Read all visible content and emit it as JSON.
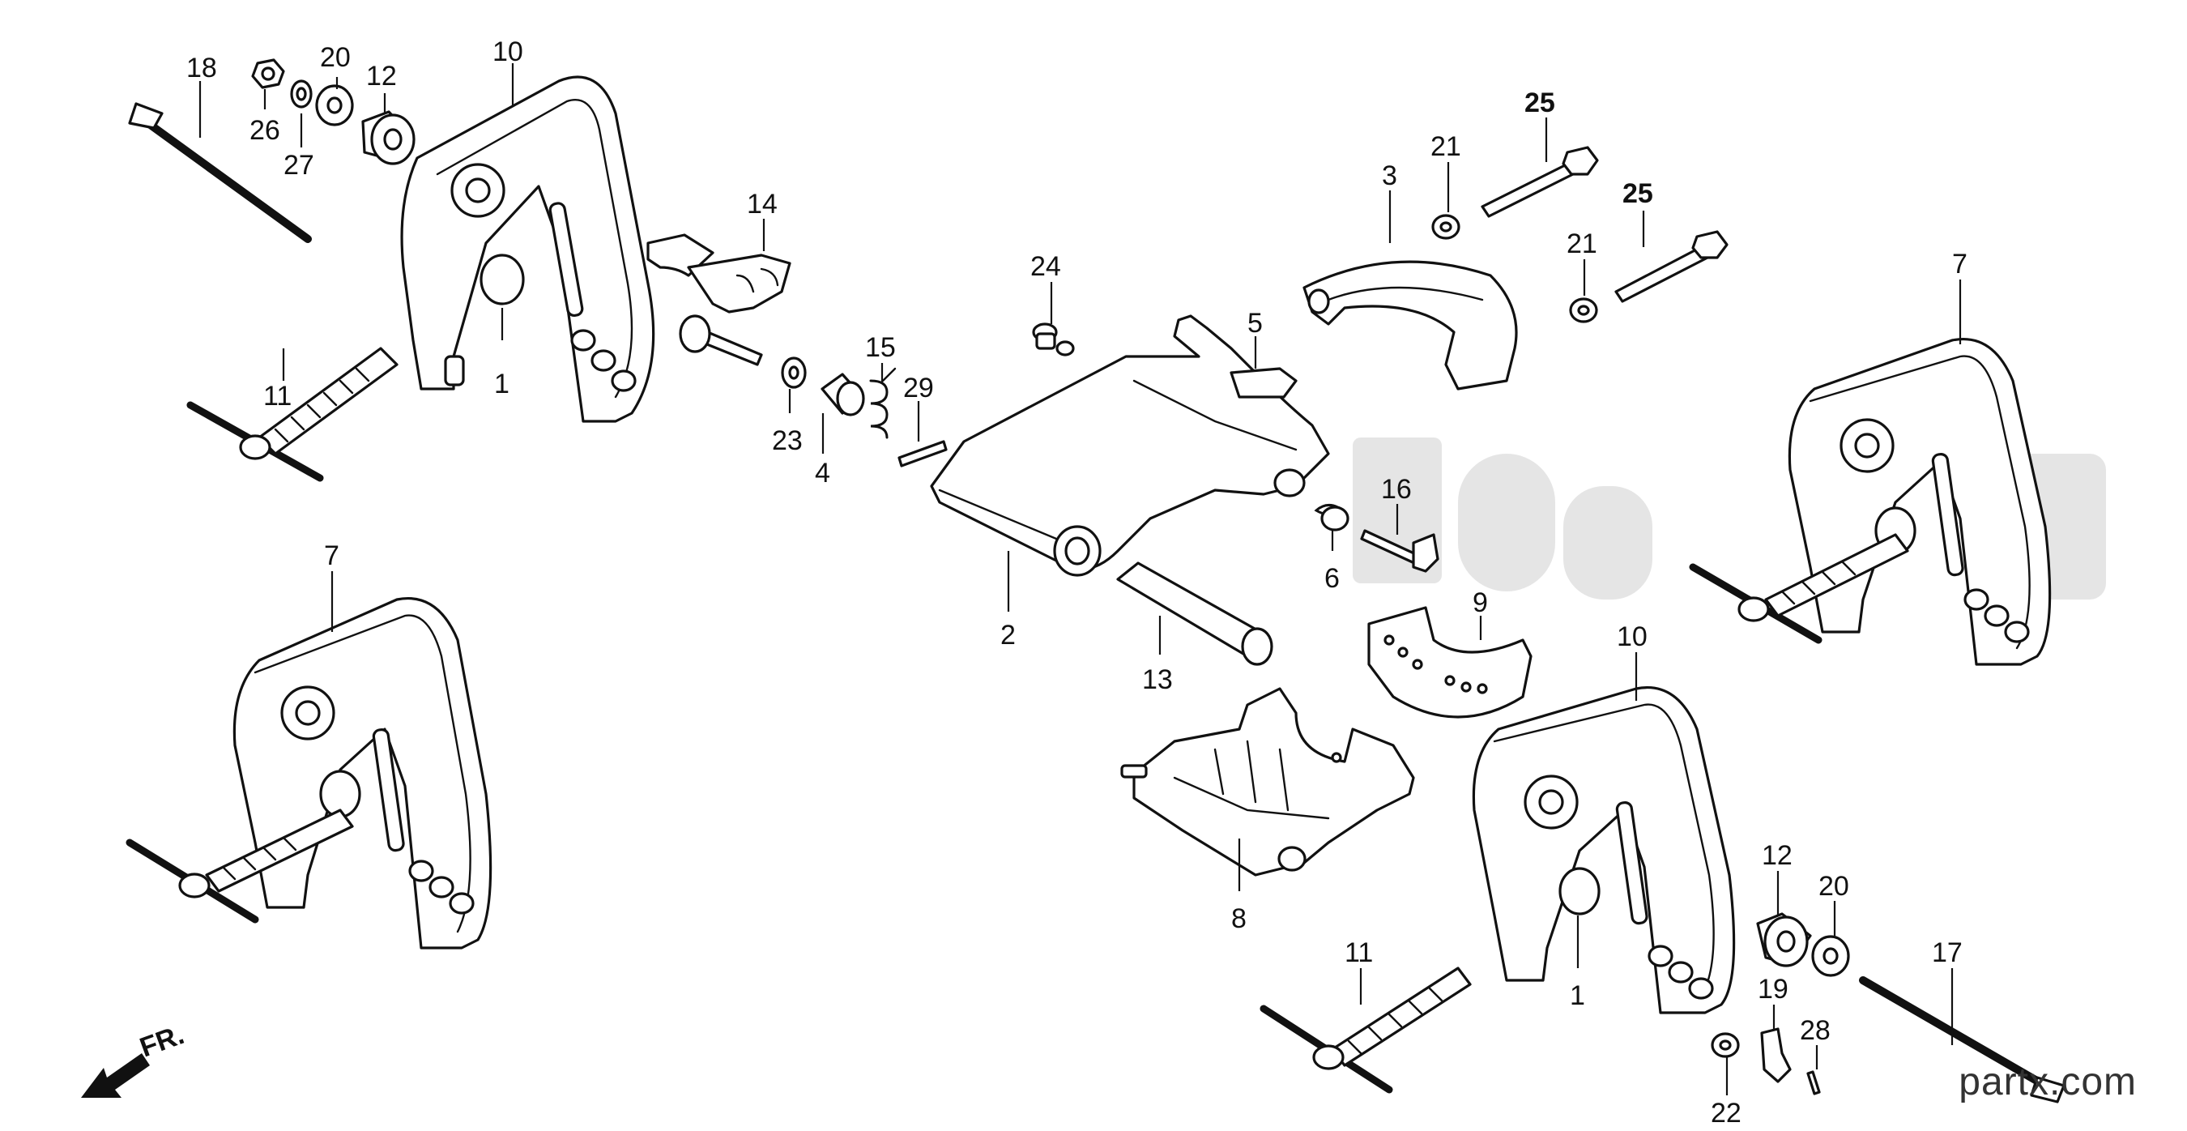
{
  "diagram": {
    "labels": [
      {
        "id": "18",
        "text": "18"
      },
      {
        "id": "26",
        "text": "26"
      },
      {
        "id": "20a",
        "text": "20"
      },
      {
        "id": "12a",
        "text": "12"
      },
      {
        "id": "10a",
        "text": "10"
      },
      {
        "id": "27",
        "text": "27"
      },
      {
        "id": "14",
        "text": "14"
      },
      {
        "id": "11a",
        "text": "11"
      },
      {
        "id": "1a",
        "text": "1"
      },
      {
        "id": "24",
        "text": "24"
      },
      {
        "id": "15",
        "text": "15"
      },
      {
        "id": "29",
        "text": "29"
      },
      {
        "id": "23",
        "text": "23"
      },
      {
        "id": "4",
        "text": "4"
      },
      {
        "id": "3",
        "text": "3"
      },
      {
        "id": "21a",
        "text": "21"
      },
      {
        "id": "25a",
        "text": "25"
      },
      {
        "id": "25b",
        "text": "25"
      },
      {
        "id": "21b",
        "text": "21"
      },
      {
        "id": "7a",
        "text": "7"
      },
      {
        "id": "5",
        "text": "5"
      },
      {
        "id": "16",
        "text": "16"
      },
      {
        "id": "6",
        "text": "6"
      },
      {
        "id": "2",
        "text": "2"
      },
      {
        "id": "7b",
        "text": "7"
      },
      {
        "id": "9",
        "text": "9"
      },
      {
        "id": "10b",
        "text": "10"
      },
      {
        "id": "13",
        "text": "13"
      },
      {
        "id": "8",
        "text": "8"
      },
      {
        "id": "12b",
        "text": "12"
      },
      {
        "id": "20b",
        "text": "20"
      },
      {
        "id": "11b",
        "text": "11"
      },
      {
        "id": "17",
        "text": "17"
      },
      {
        "id": "19",
        "text": "19"
      },
      {
        "id": "28",
        "text": "28"
      },
      {
        "id": "1b",
        "text": "1"
      },
      {
        "id": "22",
        "text": "22"
      }
    ],
    "front_indicator": "FR.",
    "watermark_brand": "partx.com"
  }
}
